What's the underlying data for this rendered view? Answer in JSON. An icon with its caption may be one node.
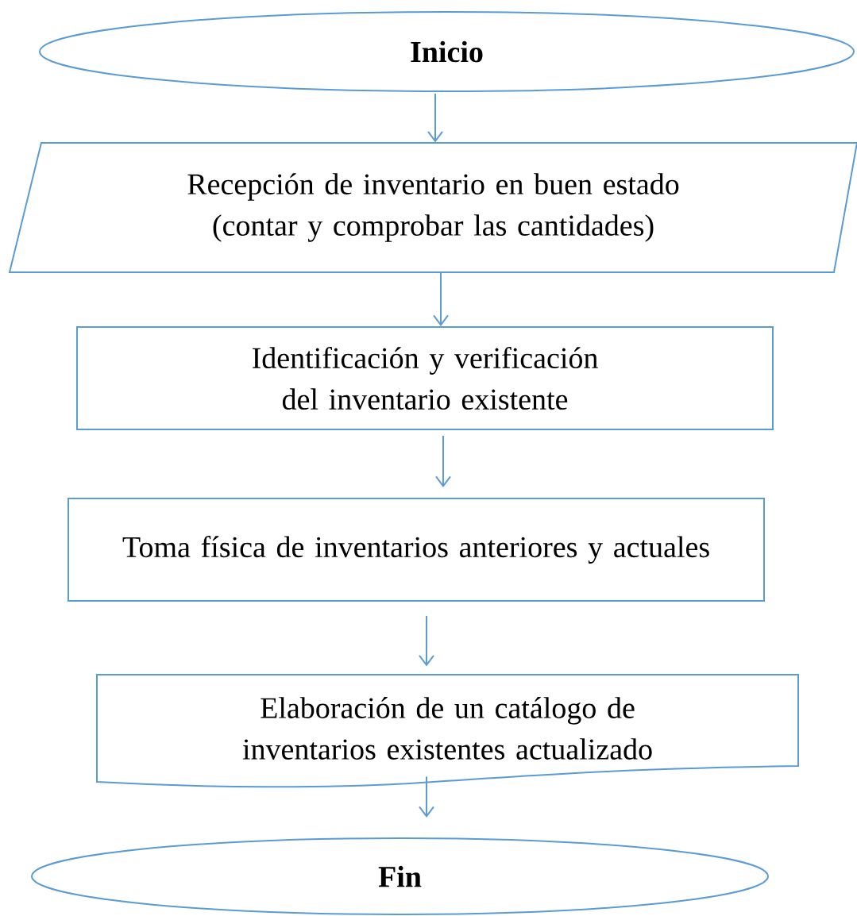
{
  "diagram": {
    "nodes": [
      {
        "text": [
          "Inicio"
        ]
      },
      {
        "text": [
          "Recepción de inventario en buen estado (contar y comprobar las cantidades)"
        ]
      },
      {
        "text": [
          "Identificación y verificación del inventario existente"
        ]
      },
      {
        "text": [
          "Toma física de inventarios anteriores y actuales"
        ]
      },
      {
        "text": [
          "Elaboración de un catálogo de inventarios existentes actualizado"
        ]
      },
      {
        "text": [
          "Fin"
        ]
      }
    ],
    "edges": [
      {
        "from": 0,
        "to": 1,
        "arrow": "to"
      },
      {
        "from": 1,
        "to": 2,
        "arrow": "to"
      },
      {
        "from": 2,
        "to": 3,
        "arrow": "to"
      },
      {
        "from": 3,
        "to": 4,
        "arrow": "to"
      },
      {
        "from": 4,
        "to": 5,
        "arrow": "to"
      }
    ]
  }
}
